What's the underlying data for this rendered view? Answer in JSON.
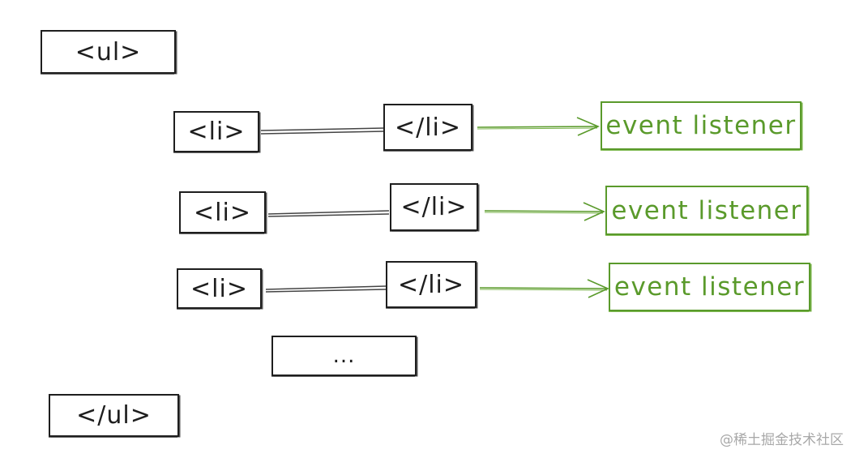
{
  "nodes": {
    "ul_open": "<ul>",
    "ul_close": "</ul>",
    "li_open": "<li>",
    "li_close": "</li>",
    "ellipsis": "...",
    "listener": "event listener"
  },
  "colors": {
    "stroke": "#1e1e1e",
    "accent_green": "#5a9a2b",
    "watermark": "#a8a8a8"
  },
  "watermark": "@稀土掘金技术社区"
}
